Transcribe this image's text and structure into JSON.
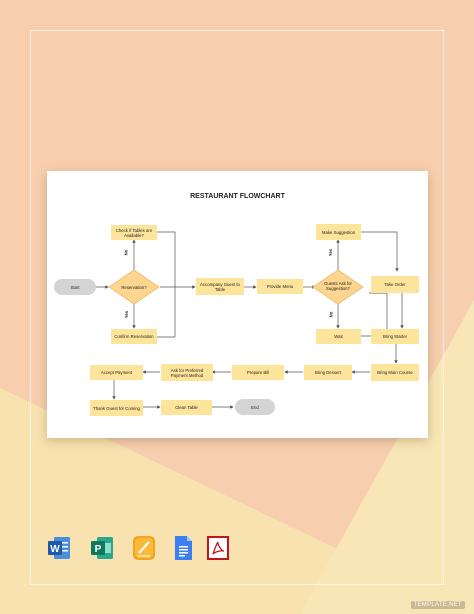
{
  "diagram": {
    "title": "RESTAURANT FLOWCHART",
    "nodes": {
      "start": "Start",
      "check_tables": "Check if Tables are Available?",
      "reservation": "Reservation?",
      "confirm_reservation": "Confirm Reservation",
      "accompany_guest": "Accompany Guest to Table",
      "provide_menu": "Provide Menu",
      "make_suggestion": "Make Suggestion",
      "guests_ask": "Guests Ask for Suggestion?",
      "take_order": "Take Order",
      "wait": "Wait",
      "bring_starter": "Bring Starter",
      "bring_main_course": "Bring Main Course",
      "bring_dessert": "Bring Dessert",
      "prepare_bill": "Prepare Bill",
      "ask_payment_method": "Ask for Preferred Payment Method",
      "accept_payment": "Accept Payment",
      "thank_guest": "Thank Guest for Coming",
      "clean_table": "Clean Table",
      "end": "End"
    },
    "edge_labels": {
      "reservation_no": "No",
      "reservation_yes": "Yes",
      "suggestion_yes": "Yes",
      "suggestion_no": "No"
    }
  },
  "colors": {
    "process_fill": "#fde49b",
    "decision_fill": "#fcd58e",
    "decision_stroke": "#f2b766",
    "terminal_fill": "#d4d4d4",
    "background_peach": "#f7cfaf",
    "background_yellow": "#f8e3b0"
  },
  "app_icons": [
    "word-icon",
    "publisher-icon",
    "pages-icon",
    "google-docs-icon",
    "pdf-icon"
  ],
  "watermark": "TEMPLATE.NET"
}
